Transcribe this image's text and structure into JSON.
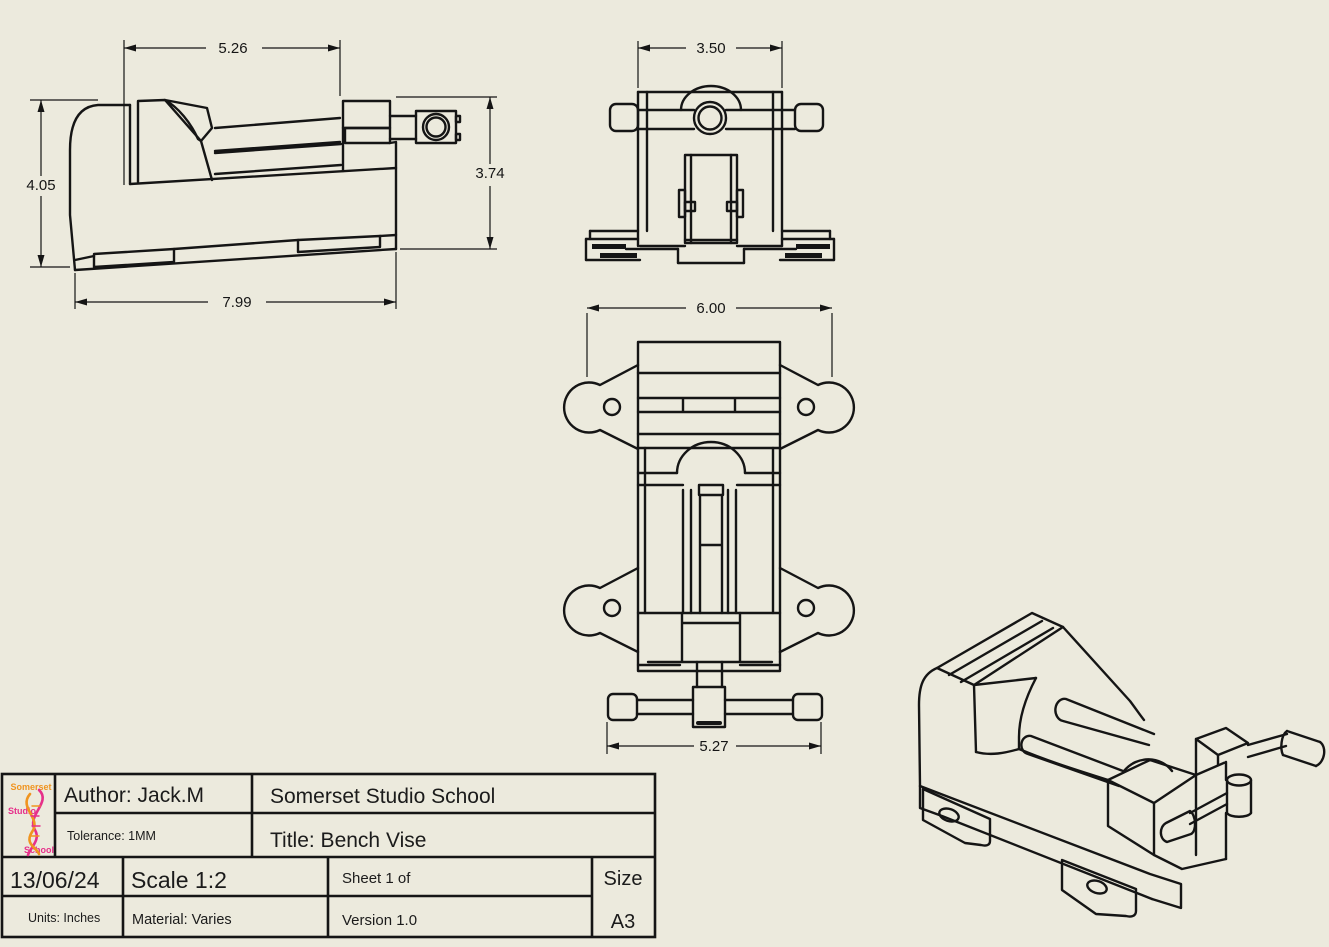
{
  "sheet": {
    "background_color": "#ECEADD",
    "line_color": "#151515"
  },
  "views": {
    "side_view": {
      "dim_top_width": "5.26",
      "dim_left_height": "4.05",
      "dim_right_height": "3.74",
      "dim_bottom_width": "7.99"
    },
    "front_view": {
      "dim_top_width": "3.50"
    },
    "top_view": {
      "dim_top_width": "6.00",
      "dim_bottom_width": "5.27"
    }
  },
  "title_block": {
    "logo": {
      "word_top": "Somerset",
      "word_middle": "Studio",
      "word_bottom": "School",
      "orange": "#F0941F",
      "pink": "#E6308A"
    },
    "author": "Author: Jack.M",
    "company": "Somerset Studio School",
    "tolerance": "Tolerance: 1MM",
    "title": "Title: Bench Vise",
    "date": "13/06/24",
    "scale": "Scale 1:2",
    "sheet": "Sheet 1 of",
    "version": "Version 1.0",
    "units": "Units: Inches",
    "material": "Material: Varies",
    "size_label": "Size",
    "size_value": "A3"
  }
}
